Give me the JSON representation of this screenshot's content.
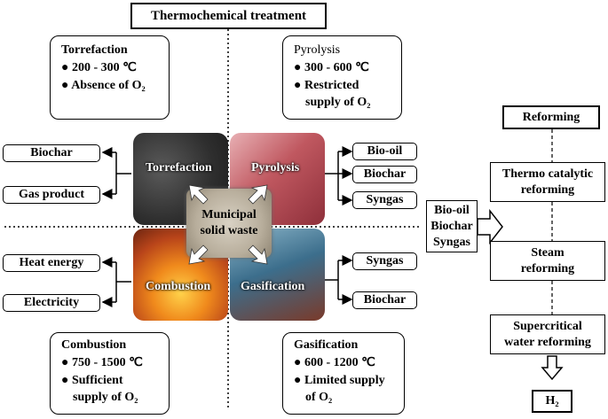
{
  "header": {
    "title": "Thermochemical treatment"
  },
  "quadrants": {
    "torrefaction": {
      "title": "Torrefaction",
      "temp": "200 - 300 ℃",
      "condition": "Absence of O₂"
    },
    "pyrolysis": {
      "title": "Pyrolysis",
      "temp": "300 - 600 ℃",
      "condition_line1": "Restricted",
      "condition_line2": "supply of O₂"
    },
    "combustion": {
      "title": "Combustion",
      "temp": "750 - 1500 ℃",
      "condition_line1": "Sufficient",
      "condition_line2": "supply of O₂"
    },
    "gasification": {
      "title": "Gasification",
      "temp": "600 - 1200 ℃",
      "condition_line1": "Limited supply",
      "condition_line2": "of O₂"
    }
  },
  "center": {
    "line1": "Municipal",
    "line2": "solid waste"
  },
  "outputs": {
    "torrefaction": [
      "Biochar",
      "Gas product"
    ],
    "pyrolysis": [
      "Bio-oil",
      "Biochar",
      "Syngas"
    ],
    "combustion": [
      "Heat energy",
      "Electricity"
    ],
    "gasification": [
      "Syngas",
      "Biochar"
    ]
  },
  "combined": [
    "Bio-oil",
    "Biochar",
    "Syngas"
  ],
  "reforming": {
    "title": "Reforming",
    "steps": [
      {
        "line1": "Thermo catalytic",
        "line2": "reforming"
      },
      {
        "line1": "Steam",
        "line2": "reforming"
      },
      {
        "line1": "Supercritical",
        "line2": "water reforming"
      }
    ],
    "product": "H₂"
  },
  "colors": {
    "torrefaction_bg": "#3a3a3a",
    "pyrolysis_bg": "#b04850",
    "combustion_bg": "#c8641e",
    "gasification_bg": "#3c6e8c"
  }
}
